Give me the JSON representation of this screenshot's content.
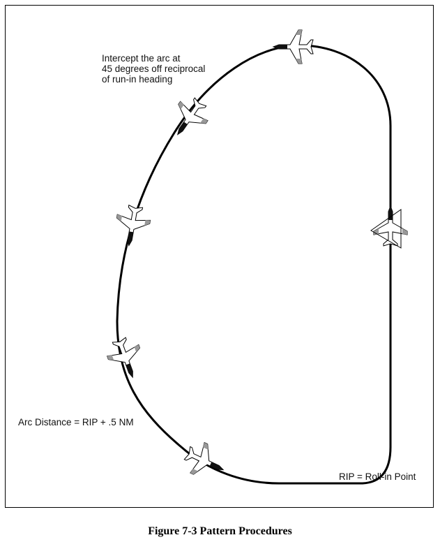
{
  "figure": {
    "caption": "Figure 7-3  Pattern Procedures",
    "labels": {
      "intercept_line1": "Intercept the arc at",
      "intercept_line2": "45 degrees off reciprocal",
      "intercept_line3": "of run-in heading",
      "arc_distance": "Arc Distance = RIP + .5 NM",
      "rip": "RIP = Roll-in Point"
    },
    "aircraft_count": 6
  }
}
